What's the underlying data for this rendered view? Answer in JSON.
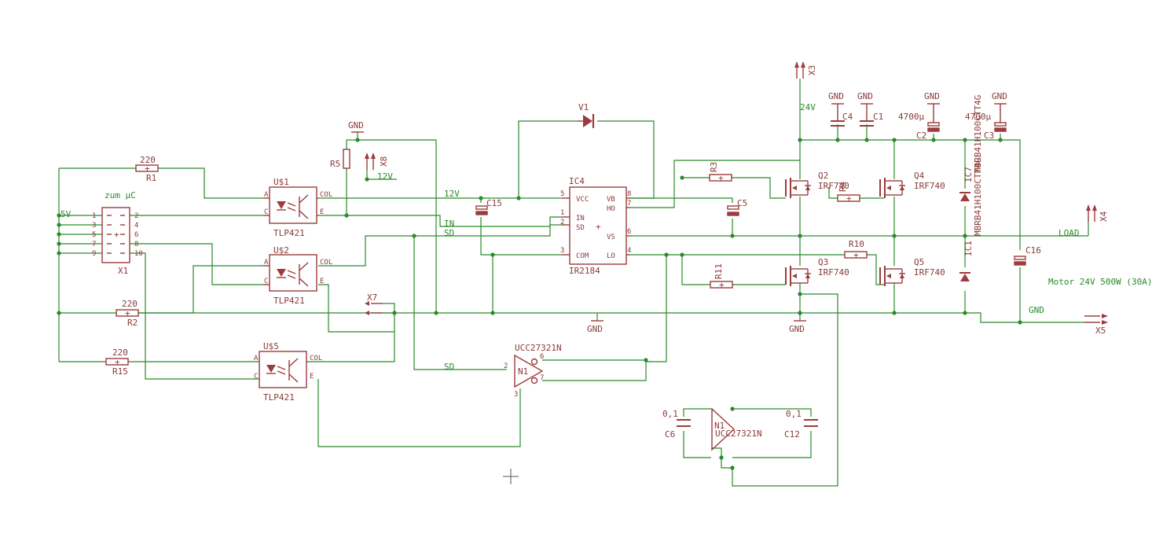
{
  "colors": {
    "wire": "#2a8a2a",
    "part": "#9c3c3c",
    "background": "#ffffff"
  },
  "connector_x1": {
    "name": "X1",
    "title": "zum µC",
    "pins": [
      "1",
      "2",
      "3",
      "4",
      "5",
      "6",
      "7",
      "8",
      "9",
      "10"
    ]
  },
  "resistors": {
    "r1": {
      "name": "R1",
      "value": "220"
    },
    "r2": {
      "name": "R2",
      "value": "220"
    },
    "r15": {
      "name": "R15",
      "value": "220"
    },
    "r5": {
      "name": "R5"
    },
    "r3": {
      "name": "R3"
    },
    "r4": {
      "name": "R4"
    },
    "r10": {
      "name": "R10"
    },
    "r11": {
      "name": "R11"
    }
  },
  "optos": {
    "u1": {
      "name": "U$1",
      "value": "TLP421"
    },
    "u2": {
      "name": "U$2",
      "value": "TLP421"
    },
    "u5": {
      "name": "U$5",
      "value": "TLP421"
    },
    "pins": {
      "a": "A",
      "c": "C",
      "col": "COL",
      "e": "E"
    }
  },
  "ic4": {
    "name": "IC4",
    "value": "IR2184",
    "pins_left": [
      "VCC",
      "IN",
      "SD",
      "COM"
    ],
    "pins_right": [
      "VB",
      "HO",
      "VS",
      "LO"
    ],
    "pin_numbers": {
      "vcc": "5",
      "in": "1",
      "sd": "2",
      "com": "3",
      "vb": "8",
      "ho": "7",
      "vs": "6",
      "lo": "4"
    }
  },
  "diode": {
    "name": "V1"
  },
  "caps": {
    "c15": "C15",
    "c5": "C5",
    "c4": "C4",
    "c1": "C1",
    "c2": {
      "name": "C2",
      "value": "4700µ"
    },
    "c3": {
      "name": "C3",
      "value": "4700µ"
    },
    "c16": "C16",
    "c6": {
      "name": "C6",
      "value": "0,1"
    },
    "c12": {
      "name": "C12",
      "value": "0,1"
    }
  },
  "mosfets": {
    "q2": {
      "name": "Q2",
      "value": "IRF740"
    },
    "q4": {
      "name": "Q4",
      "value": "IRF740"
    },
    "q3": {
      "name": "Q3",
      "value": "IRF740"
    },
    "q5": {
      "name": "Q5",
      "value": "IRF740"
    }
  },
  "schottky": {
    "ic7": {
      "name": "IC7",
      "value": "MBRB41H100CTT4G"
    },
    "ic1": {
      "name": "IC1",
      "value": "MBRB41H100CTT4G"
    }
  },
  "drivers": {
    "n1": {
      "name": "N1",
      "value": "UCC27321N"
    },
    "n2": {
      "name": "N1",
      "value": "UCC27321N"
    }
  },
  "connectors": {
    "x3": "X3",
    "x4": "X4",
    "x5": "X5",
    "x7": "X7",
    "x8": "X8"
  },
  "nets": {
    "v5": "5V",
    "v12": "12V",
    "v12b": "12V",
    "v24": "24V",
    "gnd": "GND",
    "in": "IN",
    "sd": "SD",
    "load": "LOAD"
  },
  "motor_note": "Motor 24V 500W (30A)"
}
